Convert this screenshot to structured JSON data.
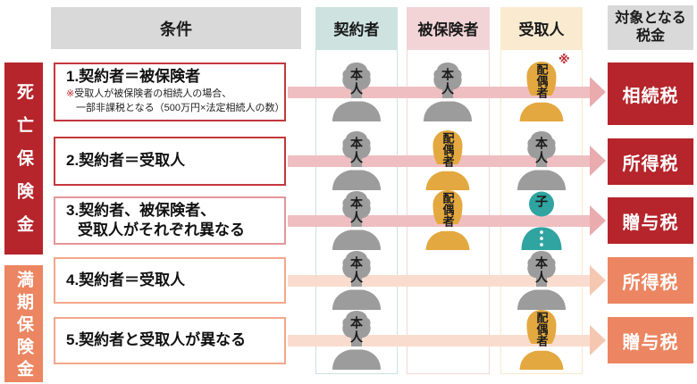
{
  "header": {
    "condition_label": "条件",
    "contractor_label": "契約者",
    "insured_label": "被保険者",
    "beneficiary_label": "受取人",
    "tax_label_line1": "対象となる",
    "tax_label_line2": "税金"
  },
  "side_labels": {
    "death_benefit": "死亡保険金",
    "maturity_benefit": "満期保険金"
  },
  "colors": {
    "dark_red": "#b5252b",
    "orange": "#ec8561",
    "header_teal": "#cee3e0",
    "header_pink": "#f2d4d7",
    "header_cream": "#f9ead0",
    "header_gray": "#d9d9d9",
    "person_gray": "#9c9c9c",
    "person_mustard": "#e3a83f",
    "person_teal": "#2fa4a0",
    "arrow_pink": "#efbec1",
    "arrow_peach": "#fadcce",
    "note_mark_red": "#c0272d"
  },
  "rows": [
    {
      "title": "1.契約者＝被保険者",
      "note_mark": "※",
      "note_line1": "受取人が被保険者の相続人の場合、",
      "note_line2": "一部非課税となる（500万円×法定相続人の数）",
      "contractor": {
        "icon": "person-self",
        "label": "本人"
      },
      "insured": {
        "icon": "person-self",
        "label": "本人"
      },
      "beneficiary": {
        "icon": "person-spouse",
        "label": "配偶者",
        "mark": "※"
      },
      "tax": "相続税"
    },
    {
      "title": "2.契約者＝受取人",
      "contractor": {
        "icon": "person-self",
        "label": "本人"
      },
      "insured": {
        "icon": "person-spouse",
        "label": "配偶者"
      },
      "beneficiary": {
        "icon": "person-self",
        "label": "本人"
      },
      "tax": "所得税"
    },
    {
      "title_line1": "3.契約者、被保険者、",
      "title_line2": "受取人がそれぞれ異なる",
      "contractor": {
        "icon": "person-self",
        "label": "本人"
      },
      "insured": {
        "icon": "person-spouse",
        "label": "配偶者"
      },
      "beneficiary": {
        "icon": "person-child",
        "label": "子"
      },
      "tax": "贈与税"
    },
    {
      "title": "4.契約者＝受取人",
      "contractor": {
        "icon": "person-self",
        "label": "本人"
      },
      "beneficiary": {
        "icon": "person-self",
        "label": "本人"
      },
      "tax": "所得税"
    },
    {
      "title": "5.契約者と受取人が異なる",
      "contractor": {
        "icon": "person-self",
        "label": "本人"
      },
      "beneficiary": {
        "icon": "person-spouse",
        "label": "配偶者"
      },
      "tax": "贈与税"
    }
  ]
}
